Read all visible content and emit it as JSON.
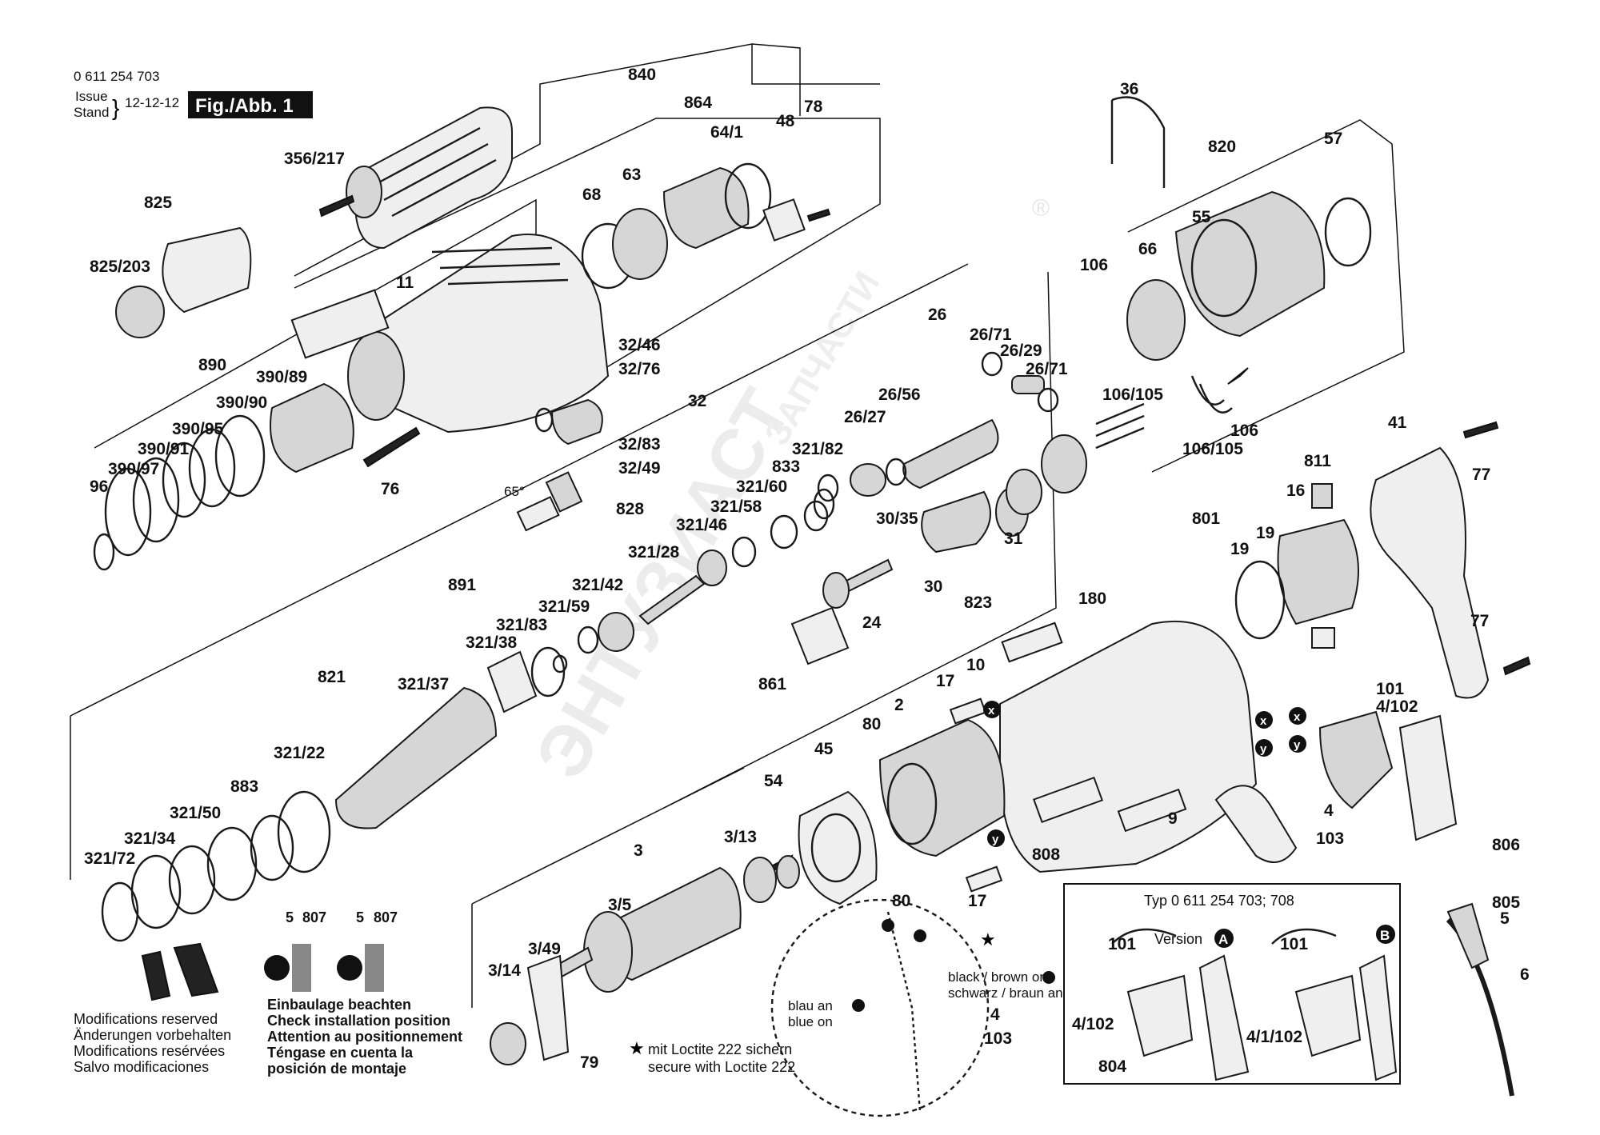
{
  "header": {
    "part_number": "0 611 254 703",
    "issue_label": "Issue",
    "stand_label": "Stand",
    "issue_date": "12-12-12",
    "figure_label": "Fig./Abb. 1"
  },
  "watermark": {
    "brand": "ЭНТУЗИАСТ",
    "sub": "ЗАПЧАСТИ",
    "registered": "®"
  },
  "part_labels": [
    "840",
    "864",
    "48",
    "78",
    "64/1",
    "63",
    "68",
    "356/217",
    "825",
    "825/203",
    "11",
    "890",
    "390/89",
    "390/90",
    "390/95",
    "390/91",
    "390/97",
    "96",
    "76",
    "32/46",
    "32/76",
    "32",
    "32/83",
    "32/49",
    "65°",
    "26",
    "26/71",
    "26/29",
    "26/71",
    "26/56",
    "26/27",
    "30/35",
    "31",
    "30",
    "24",
    "823",
    "321/82",
    "833",
    "321/60",
    "321/58",
    "321/46",
    "321/28",
    "321/42",
    "321/59",
    "828",
    "891",
    "321/83",
    "321/38",
    "321/37",
    "821",
    "321/22",
    "883",
    "321/50",
    "321/34",
    "321/72",
    "861",
    "36",
    "820",
    "57",
    "55",
    "66",
    "106",
    "106/105",
    "106",
    "106/105",
    "41",
    "77",
    "77",
    "811",
    "16",
    "801",
    "19",
    "19",
    "180",
    "10",
    "17",
    "2",
    "80",
    "45",
    "54",
    "3",
    "3/13",
    "3/5",
    "3/49",
    "3/14",
    "79",
    "80",
    "17",
    "808",
    "9",
    "101",
    "4/102",
    "4",
    "103",
    "806",
    "805",
    "5",
    "6"
  ],
  "markers": [
    "x",
    "x",
    "y",
    "y",
    "x",
    "y"
  ],
  "installation_notes": {
    "ref_a_num": "5",
    "ref_a_part": "807",
    "ref_b_num": "5",
    "ref_b_part": "807",
    "lines": [
      "Einbaulage beachten",
      "Check installation position",
      "Attention au positionnement",
      "Téngase en cuenta la",
      "posición de montaje"
    ]
  },
  "modifications": [
    "Modifications reserved",
    "Änderungen vorbehalten",
    "Modifications resérvées",
    "Salvo modificaciones"
  ],
  "loctite": {
    "line1": "mit Loctite 222 sichern",
    "line2": "secure with Loctite 222"
  },
  "wiring_detail": {
    "blue_line1": "blau an",
    "blue_line2": "blue on",
    "black_line1": "black / brown on",
    "black_line2": "schwarz / braun an",
    "part_4": "4",
    "part_103": "103"
  },
  "version_box": {
    "title": "Typ 0 611 254 703; 708",
    "version_label": "Version",
    "version_a": "A",
    "version_b": "B",
    "left_101": "101",
    "left_4_102": "4/102",
    "left_804": "804",
    "right_101": "101",
    "right_4_1_102": "4/1/102"
  },
  "colors": {
    "line": "#111111",
    "part_fill": "#d6d6d6",
    "watermark": "#ececec"
  }
}
